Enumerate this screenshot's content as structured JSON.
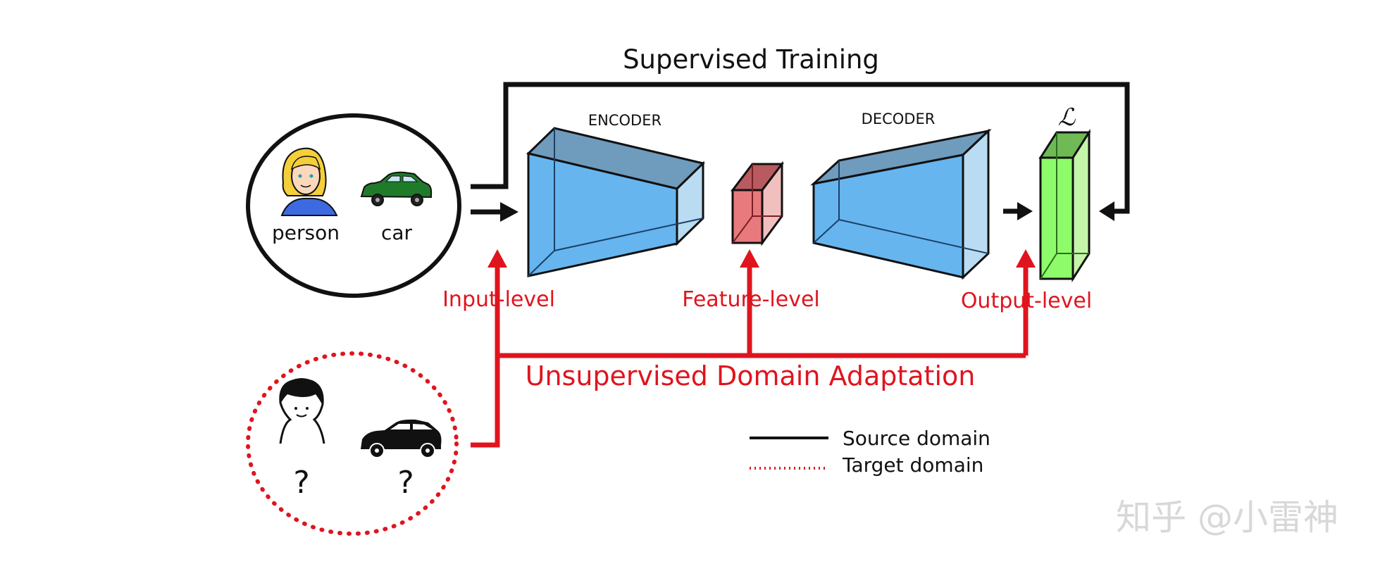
{
  "title": "Supervised Training",
  "encoder_label": "ENCODER",
  "decoder_label": "DECODER",
  "loss_label": "ℒ",
  "source_domain": {
    "labels": [
      "person",
      "car"
    ]
  },
  "target_domain": {
    "labels": [
      "?",
      "?"
    ]
  },
  "levels": [
    "Input-level",
    "Feature-level",
    "Output-level"
  ],
  "uda_label": "Unsupervised Domain Adaptation",
  "legend": {
    "source": "Source domain",
    "target": "Target domain"
  },
  "watermark": "知乎 @小雷神",
  "colors": {
    "red": "#e0141e",
    "black": "#111111",
    "encoder_blue": "#66b5ef",
    "feature_red": "#e87a7e",
    "loss_green": "#8efc6a"
  }
}
